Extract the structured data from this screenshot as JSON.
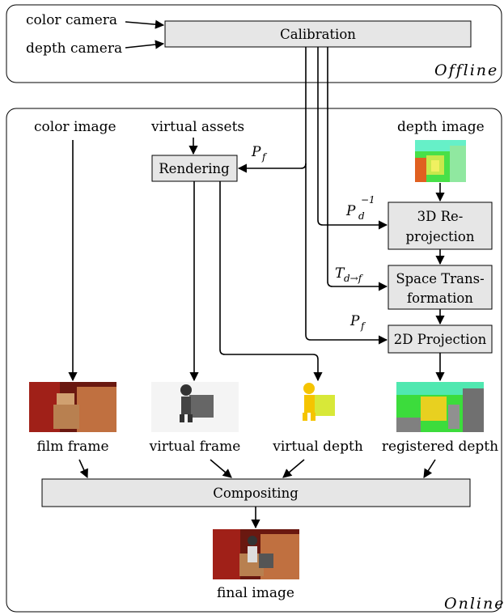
{
  "offline": {
    "region_label": "Offline",
    "inputs": [
      "color camera",
      "depth camera"
    ],
    "calibration": "Calibration"
  },
  "online": {
    "region_label": "Online",
    "color_image": "color image",
    "virtual_assets": "virtual assets",
    "depth_image": "depth image",
    "rendering": "Rendering",
    "reprojection": [
      "3D Re-",
      "projection"
    ],
    "space_transformation": [
      "Space Trans-",
      "formation"
    ],
    "projection_2d": "2D Projection",
    "compositing": "Compositing",
    "frames": [
      "film frame",
      "virtual frame",
      "virtual depth",
      "registered depth"
    ],
    "final_image": "final image",
    "params": {
      "p_f_render": {
        "base": "P",
        "sub": "f"
      },
      "p_d_inv": {
        "base": "P",
        "sub": "d",
        "sup": "−1"
      },
      "t_d_f": {
        "base": "T",
        "sub": "d→f"
      },
      "p_f_proj": {
        "base": "P",
        "sub": "f"
      }
    }
  },
  "colors": {
    "box_fill": "#e6e6e6",
    "depth_map_green": "#3cdc3c",
    "film_red": "#7a1c14",
    "virtual_depth_yellow": "#f5c400"
  }
}
